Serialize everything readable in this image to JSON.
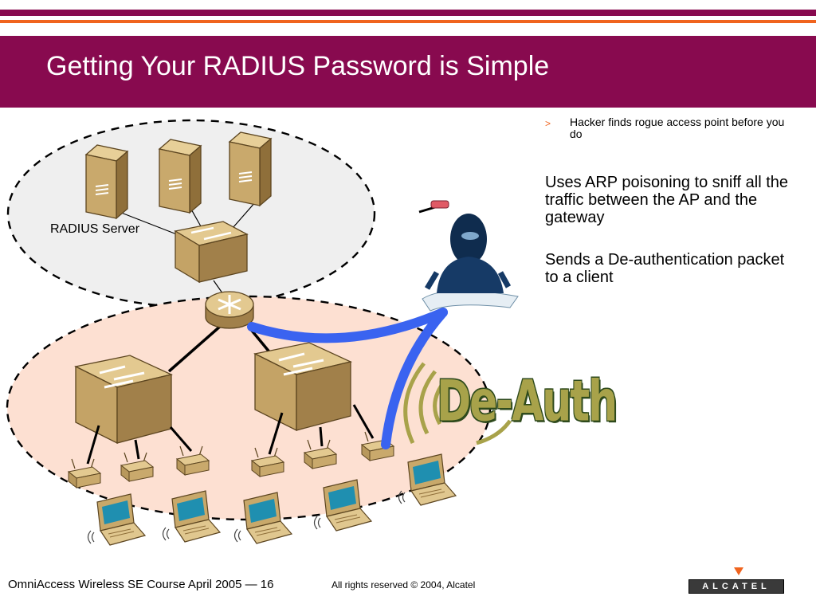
{
  "colors": {
    "brand_purple": "#880a4f",
    "accent_orange": "#f0641e",
    "cluster_top": "#efefef",
    "cluster_bottom": "#fde0d2",
    "device_tan": "#c8a86a",
    "link_blue": "#3a63f0",
    "deauth_olive": "#a8a24a",
    "logo_bg": "#3a3a3a"
  },
  "header": {
    "title": "Getting Your RADIUS Password is Simple"
  },
  "diagram": {
    "radius_label": "RADIUS Server",
    "icons": [
      "server-icon",
      "switch-icon",
      "router-icon",
      "access-point-icon",
      "laptop-icon",
      "hacker-icon",
      "wireless-signal-icon"
    ],
    "deauth_art": "De-Auth"
  },
  "content": {
    "bullet_marker": ">",
    "bullet_text": "Hacker finds rogue access point before you do",
    "para_arp": "Uses ARP poisoning to sniff all the traffic between the AP and the gateway",
    "para_deauth": "Sends a De-authentication packet to a client"
  },
  "footer": {
    "course": "OmniAccess Wireless SE Course April 2005 — 16",
    "rights": "All rights reserved © 2004, Alcatel",
    "logo_text": "ALCATEL"
  }
}
